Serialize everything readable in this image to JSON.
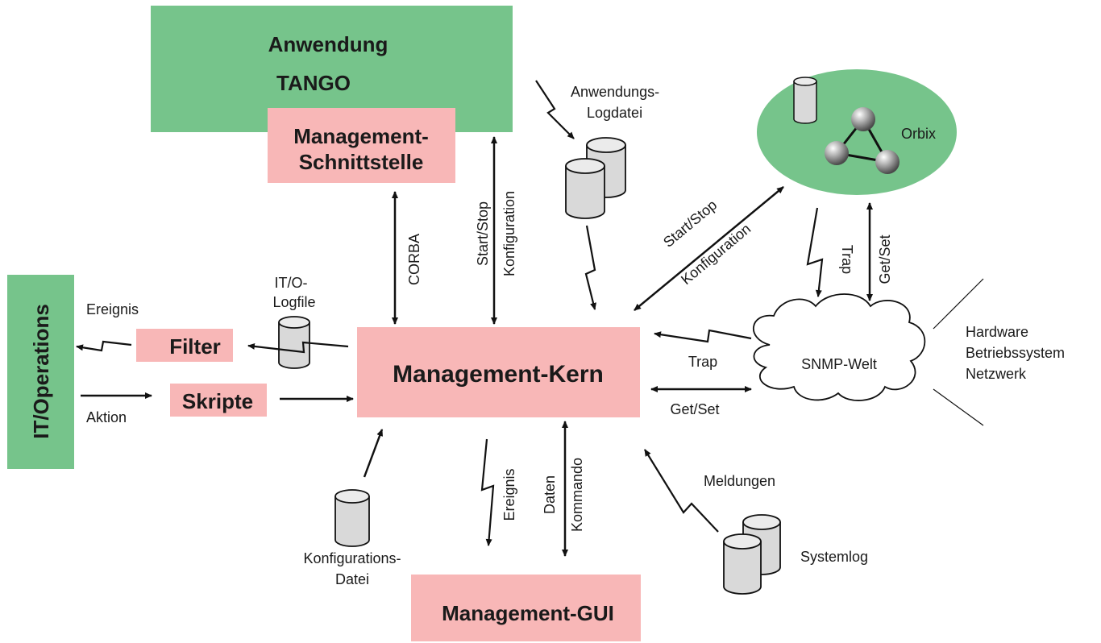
{
  "colors": {
    "green": "#76c48b",
    "pink": "#f8b7b7",
    "cylinder_fill": "#d9d9d9",
    "stroke": "#111111"
  },
  "boxes": {
    "anwendung": "Anwendung",
    "tango": "TANGO",
    "schnittstelle_line1": "Management-",
    "schnittstelle_line2": "Schnittstelle",
    "kern": "Management-Kern",
    "gui": "Management-GUI",
    "filter": "Filter",
    "skripte": "Skripte",
    "it_operations": "IT/Operations"
  },
  "labels": {
    "corba": "CORBA",
    "start_stop_1": "Start/Stop",
    "konfiguration_1": "Konfiguration",
    "anwendungs_log_1": "Anwendungs-",
    "anwendungs_log_2": "Logdatei",
    "orbix": "Orbix",
    "start_stop_2": "Start/Stop",
    "konfiguration_2": "Konfiguration",
    "trap_vertical": "Trap",
    "get_set_vertical": "Get/Set",
    "trap": "Trap",
    "get_set": "Get/Set",
    "snmp_welt": "SNMP-Welt",
    "hardware": "Hardware",
    "betriebssystem": "Betriebssystem",
    "netzwerk": "Netzwerk",
    "ito_logfile_1": "IT/O-",
    "ito_logfile_2": "Logfile",
    "ereignis_left": "Ereignis",
    "aktion": "Aktion",
    "ereignis_bottom": "Ereignis",
    "daten": "Daten",
    "kommando": "Kommando",
    "meldungen": "Meldungen",
    "systemlog": "Systemlog",
    "konfig_datei_1": "Konfigurations-",
    "konfig_datei_2": "Datei"
  }
}
